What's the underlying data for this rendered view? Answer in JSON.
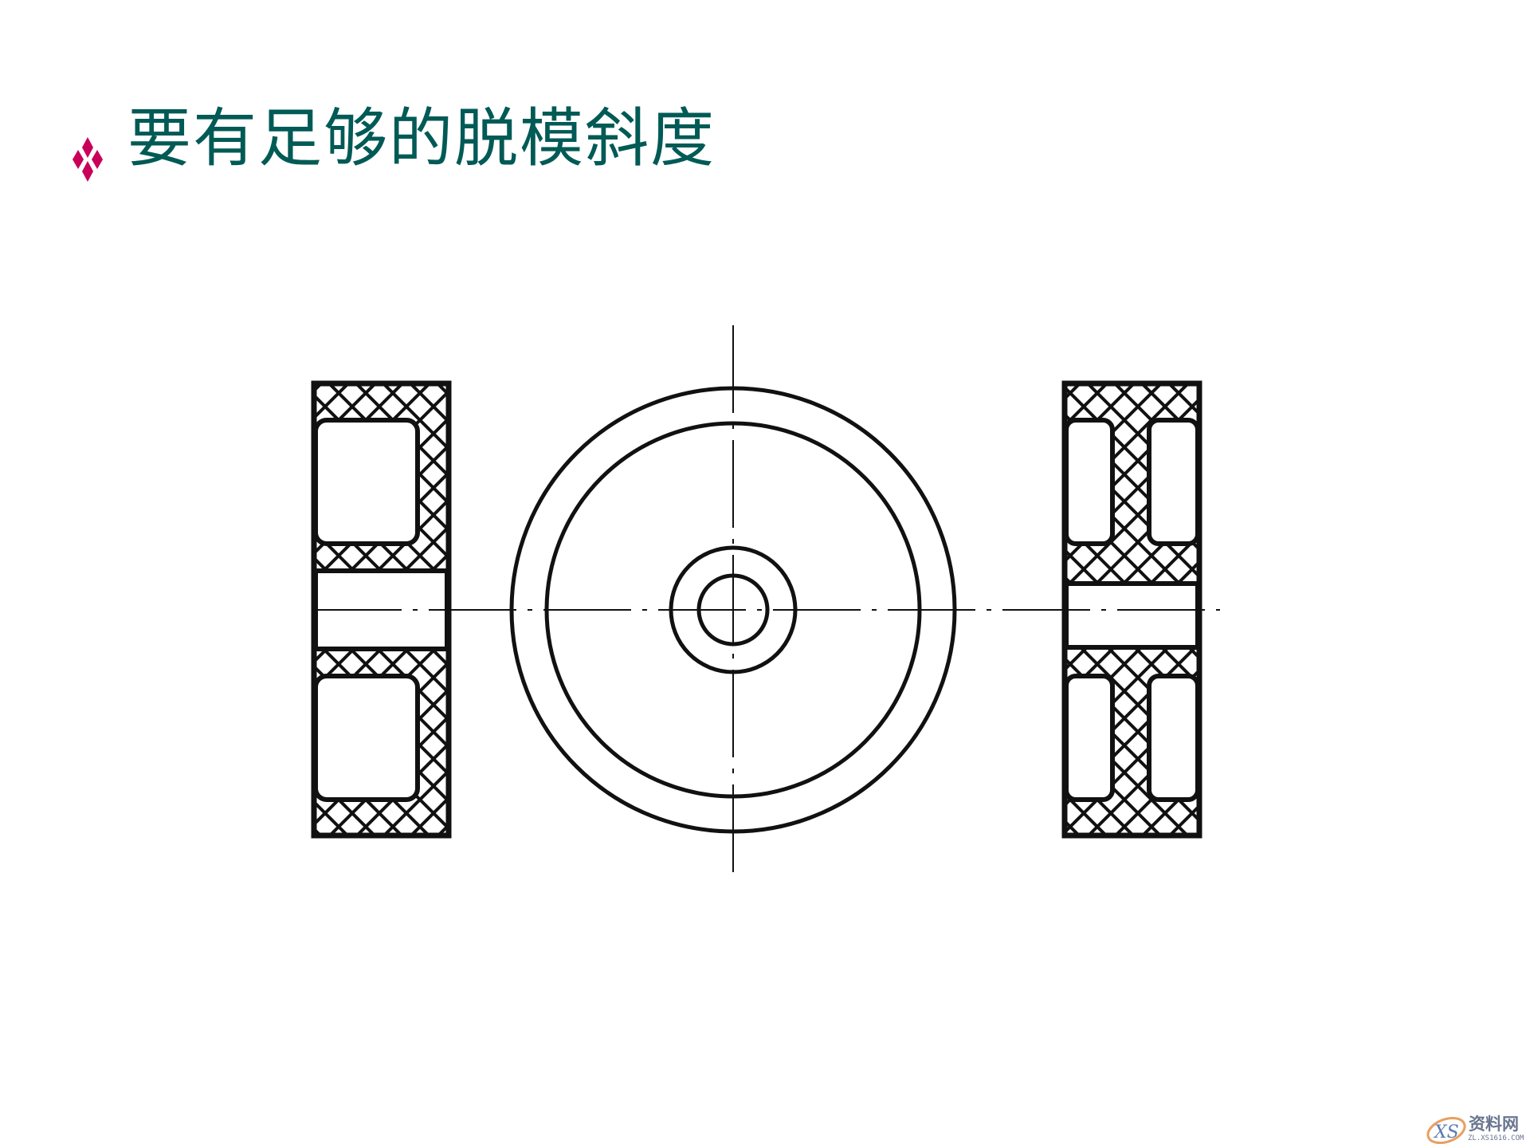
{
  "slide": {
    "title": "要有足够的脱模斜度",
    "bullet_icon": "diamond-cluster-bullet",
    "bullet_color": "#c8005a",
    "title_color": "#005a55"
  },
  "figure": {
    "description_icon": "wheel-section-drawing"
  },
  "watermark": {
    "logo_letters": "XS",
    "name": "资料网",
    "url": "ZL.XS1616.COM"
  }
}
